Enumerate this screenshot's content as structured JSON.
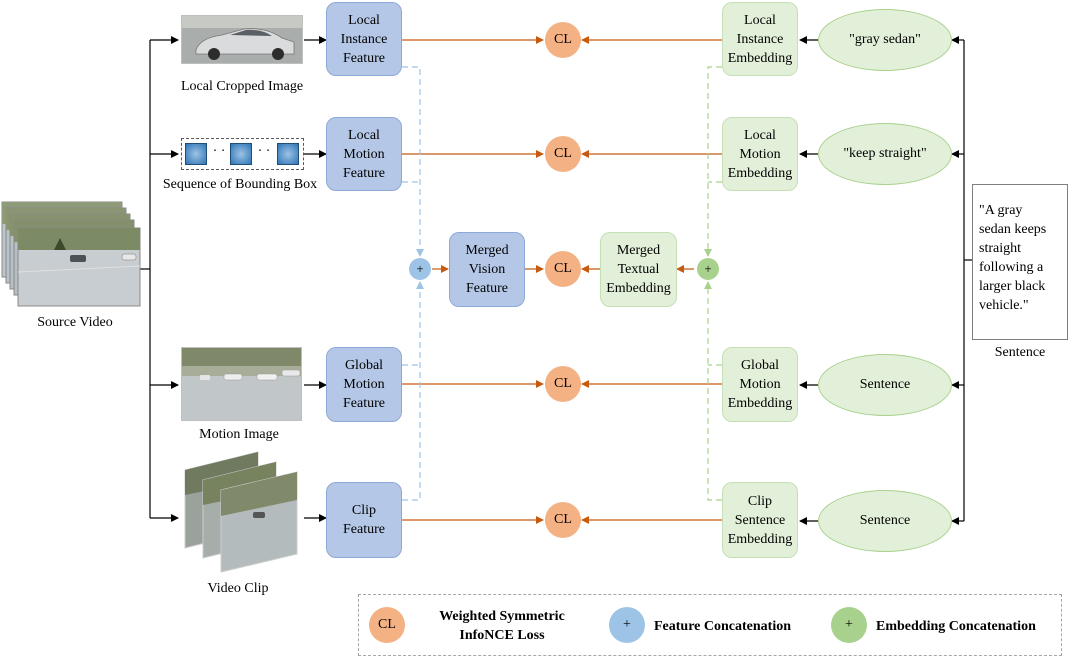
{
  "inputs": {
    "source_video_label": "Source Video",
    "local_cropped_label": "Local Cropped Image",
    "bbox_seq_label": "Sequence of Bounding Box",
    "motion_image_label": "Motion Image",
    "video_clip_label": "Video Clip",
    "bbox_dots": "· ·"
  },
  "vision_features": {
    "local_instance": [
      "Local",
      "Instance",
      "Feature"
    ],
    "local_motion": [
      "Local",
      "Motion",
      "Feature"
    ],
    "merged_vision": [
      "Merged",
      "Vision",
      "Feature"
    ],
    "global_motion": [
      "Global",
      "Motion",
      "Feature"
    ],
    "clip": [
      "Clip",
      "Feature"
    ]
  },
  "text_embeddings": {
    "local_instance": [
      "Local",
      "Instance",
      "Embedding"
    ],
    "local_motion": [
      "Local",
      "Motion",
      "Embedding"
    ],
    "merged_textual": [
      "Merged",
      "Textual",
      "Embedding"
    ],
    "global_motion": [
      "Global",
      "Motion",
      "Embedding"
    ],
    "clip_sentence": [
      "Clip",
      "Sentence",
      "Embedding"
    ]
  },
  "text_inputs": {
    "phrase_1": "\"gray  sedan\"",
    "phrase_2": "\"keep straight\"",
    "sentence_3": "Sentence",
    "sentence_4": "Sentence"
  },
  "sentence": {
    "lines": [
      "\"A gray",
      "sedan keeps",
      "straight",
      "following a",
      "larger black",
      "vehicle.\""
    ],
    "caption": "Sentence"
  },
  "symbols": {
    "cl": "CL",
    "plus": "+"
  },
  "legend": {
    "cl_symbol": "CL",
    "cl_text": [
      "Weighted Symmetric",
      "InfoNCE Loss"
    ],
    "feature_symbol": "+",
    "feature_text": "Feature Concatenation",
    "embedding_symbol": "+",
    "embedding_text": "Embedding Concatenation"
  },
  "colors": {
    "vision": "#b4c7e7",
    "text": "#e2f0d9",
    "cl": "#f4b183",
    "feature_plus": "#9dc3e6",
    "embedding_plus": "#a9d18e",
    "arrow_orange": "#c55a11"
  }
}
